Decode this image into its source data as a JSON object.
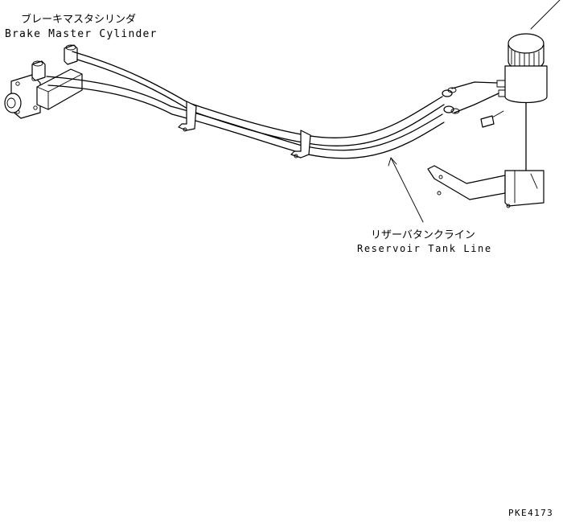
{
  "labels": {
    "master_cylinder_jp": "ブレーキマスタシリンダ",
    "master_cylinder_en": "Brake Master Cylinder",
    "reservoir_line_jp": "リザーバタンクライン",
    "reservoir_line_en": "Reservoir Tank Line",
    "figure_code": "PKE4173"
  }
}
